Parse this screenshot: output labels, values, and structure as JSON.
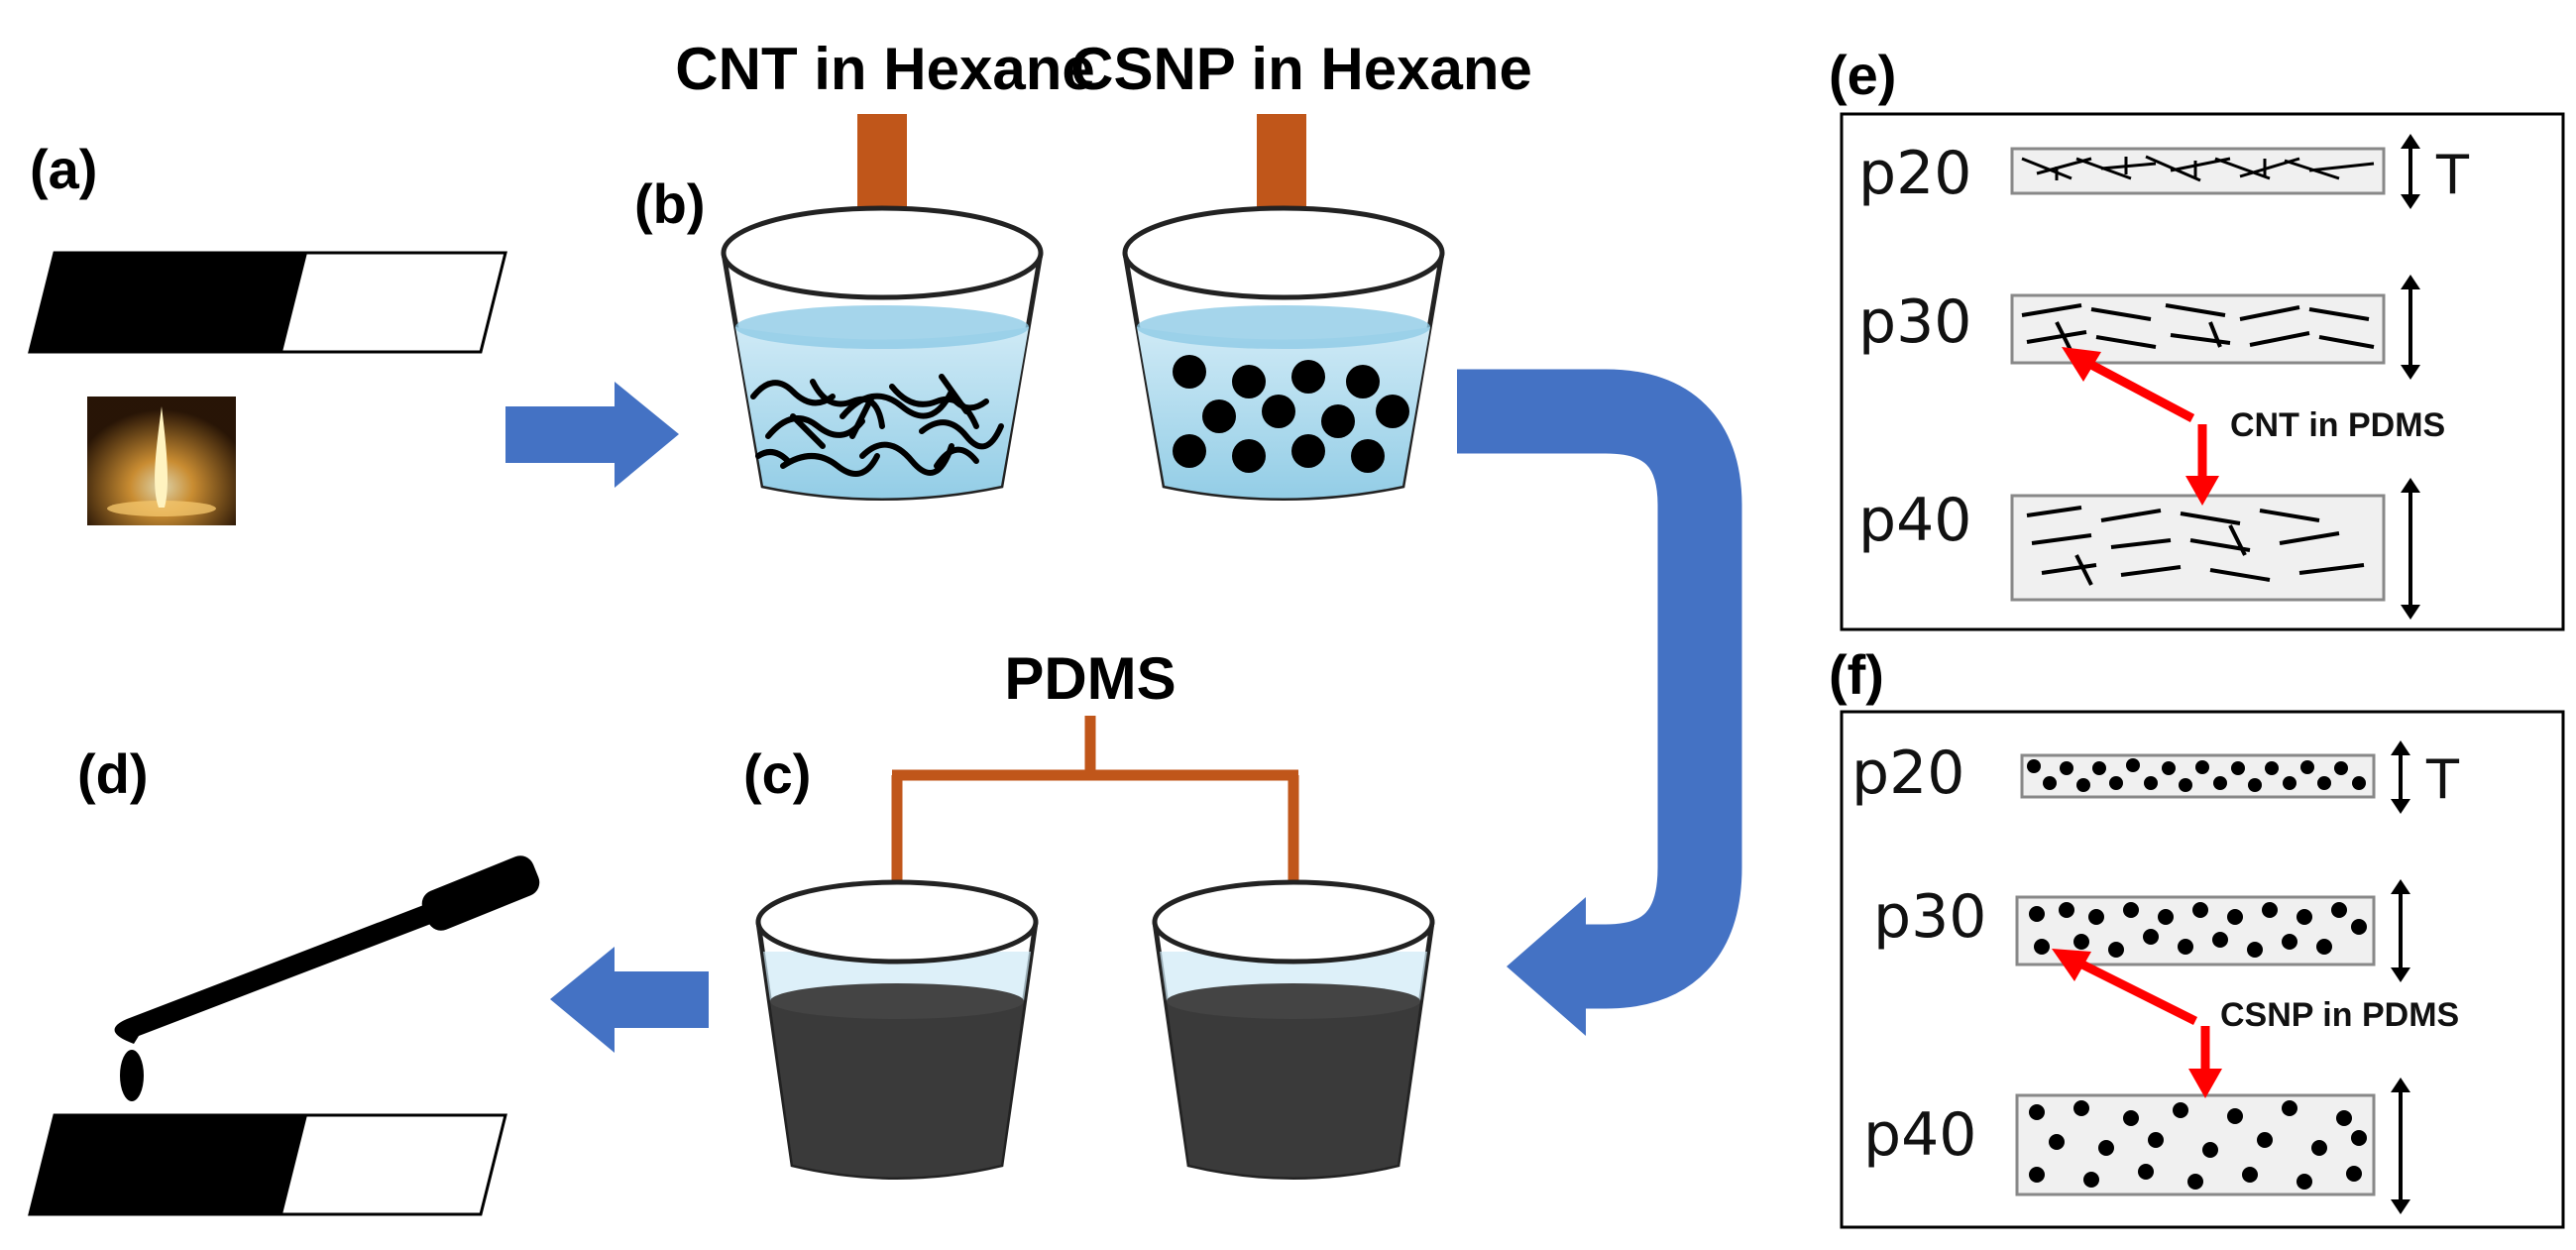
{
  "panels": {
    "a": "(a)",
    "b": "(b)",
    "c": "(c)",
    "d": "(d)",
    "e": "(e)",
    "f": "(f)"
  },
  "inputs": {
    "cnt": "CNT in Hexane",
    "csnp": "CSNP in Hexane",
    "pdms": "PDMS"
  },
  "panel_e": {
    "rows": [
      "p20",
      "p30",
      "p40"
    ],
    "thickness_label": "T",
    "annotation": "CNT in PDMS"
  },
  "panel_f": {
    "rows": [
      "p20",
      "p30",
      "p40"
    ],
    "thickness_label": "T",
    "annotation": "CSNP in PDMS"
  },
  "colors": {
    "input_arrow": "#C0561A",
    "process_arrow": "#4472C4",
    "highlight_arrow": "#FF0000",
    "liquid": "#9DD3EA",
    "mixture": "#3A3A3A"
  }
}
